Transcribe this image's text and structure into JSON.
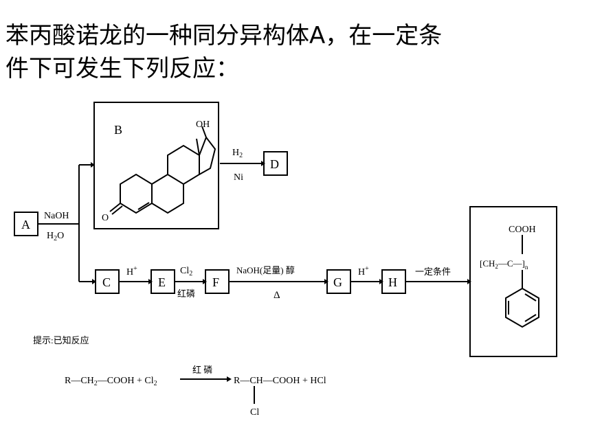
{
  "question": {
    "line1": "苯丙酸诺龙的一种同分异构体A，在一定条",
    "line2": "件下可发生下列反应："
  },
  "nodes": {
    "A": "A",
    "B": "B",
    "C": "C",
    "D": "D",
    "E": "E",
    "F": "F",
    "G": "G",
    "H": "H"
  },
  "labels": {
    "b_oh": "OH",
    "b_o": "O",
    "h2": "H",
    "h2_sub": "2",
    "ni": "Ni",
    "naoh": "NaOH",
    "h2o_h": "H",
    "h2o_sub": "2",
    "h2o_o": "O",
    "h_plus_1": "H",
    "h_plus_2": "H",
    "plus_sign": "+",
    "cl2": "Cl",
    "cl2_sub": "2",
    "hong_lin": "红磷",
    "naoh_excess": "NaOH(足量) 醇",
    "delta": "Δ",
    "yiding": "一定条件",
    "polymer_cooh": "COOH",
    "polymer_chain": "[CH",
    "polymer_chain_sub": "2",
    "polymer_c": "—C—]",
    "polymer_n": "n"
  },
  "hint": {
    "title": "提示:已知反应",
    "lhs": "R—CH",
    "lhs_sub": "2",
    "lhs2": "—COOH + Cl",
    "lhs2_sub": "2",
    "cond": "红 磷",
    "rhs": "R—CH—COOH + HCl",
    "rhs_cl": "Cl"
  }
}
